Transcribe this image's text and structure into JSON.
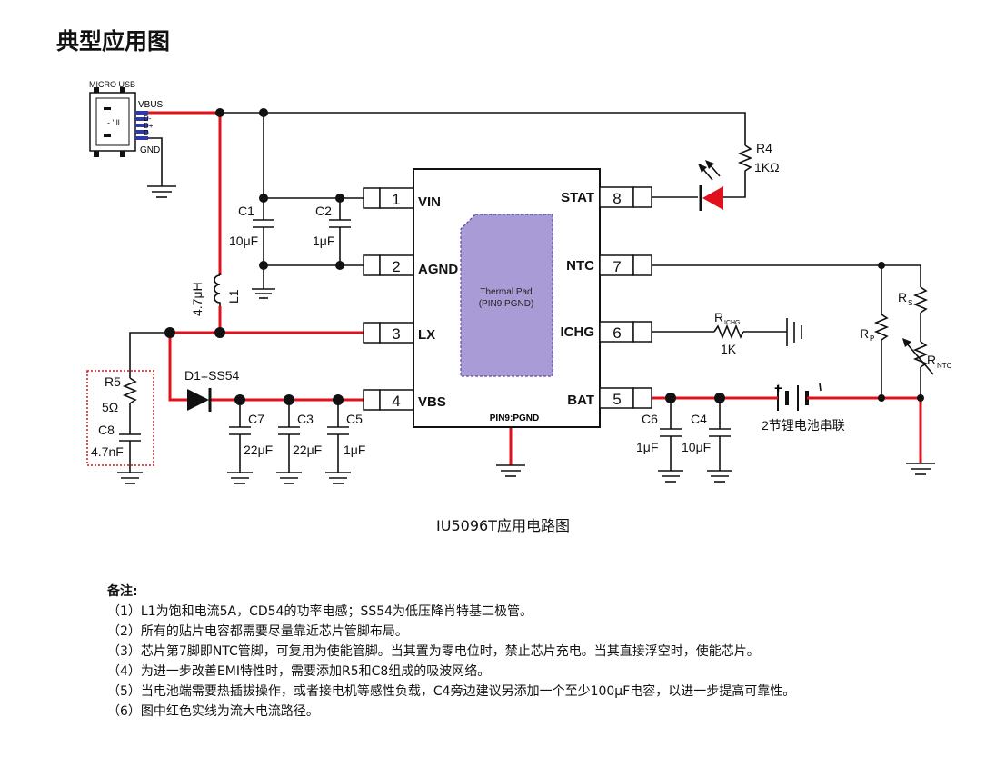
{
  "title": "典型应用图",
  "caption": "IU5096T应用电路图",
  "chip": {
    "pins_left": [
      {
        "num": "1",
        "name": "VIN"
      },
      {
        "num": "2",
        "name": "AGND"
      },
      {
        "num": "3",
        "name": "LX"
      },
      {
        "num": "4",
        "name": "VBS"
      }
    ],
    "pins_right": [
      {
        "num": "8",
        "name": "STAT"
      },
      {
        "num": "7",
        "name": "NTC"
      },
      {
        "num": "6",
        "name": "ICHG"
      },
      {
        "num": "5",
        "name": "BAT"
      }
    ],
    "thermal_pad": [
      "Thermal Pad",
      "(PIN9:PGND)"
    ],
    "pgnd_label": "PIN9:PGND"
  },
  "usb": {
    "label": "MICRO USB",
    "vbus": "VBUS",
    "dminus": "D-",
    "dplus": "D+",
    "d": "D",
    "gnd": "GND"
  },
  "components": {
    "c1": {
      "name": "C1",
      "value": "10μF"
    },
    "c2": {
      "name": "C2",
      "value": "1μF"
    },
    "l1": {
      "name": "L1",
      "value": "4.7μH"
    },
    "r5": {
      "name": "R5",
      "value": "5Ω"
    },
    "c8": {
      "name": "C8",
      "value": "4.7nF"
    },
    "d1": {
      "label": "D1=SS54"
    },
    "c7": {
      "name": "C7",
      "value": "22μF"
    },
    "c3": {
      "name": "C3",
      "value": "22μF"
    },
    "c5": {
      "name": "C5",
      "value": "1μF"
    },
    "r4": {
      "name": "R4",
      "value": "1KΩ"
    },
    "richg": {
      "name": "R",
      "sub": "ICHG",
      "value": "1K"
    },
    "c6": {
      "name": "C6",
      "value": "1μF"
    },
    "c4": {
      "name": "C4",
      "value": "10μF"
    },
    "battery": {
      "label": "2节锂电池串联",
      "plus": "+"
    },
    "rp": {
      "name": "R",
      "sub": "P"
    },
    "rs": {
      "name": "R",
      "sub": "S"
    },
    "rntc": {
      "name": "R",
      "sub": "NTC"
    }
  },
  "notes": {
    "title": "备注:",
    "items": [
      "（1）L1为饱和电流5A，CD54的功率电感；SS54为低压降肖特基二极管。",
      "（2）所有的贴片电容都需要尽量靠近芯片管脚布局。",
      "（3）芯片第7脚即NTC管脚，可复用为使能管脚。当其置为零电位时，禁止芯片充电。当其直接浮空时，使能芯片。",
      "（4）为进一步改善EMI特性时，需要添加R5和C8组成的吸波网络。",
      "（5）当电池端需要热插拔操作，或者接电机等感性负载，C4旁边建议另添加一个至少100μF电容，以进一步提高可靠性。",
      "（6）图中红色实线为流大电流路径。"
    ]
  },
  "colors": {
    "high_current_path": "#e0101c",
    "thermal_pad": "#a99bd6",
    "led": "#e0101c"
  }
}
